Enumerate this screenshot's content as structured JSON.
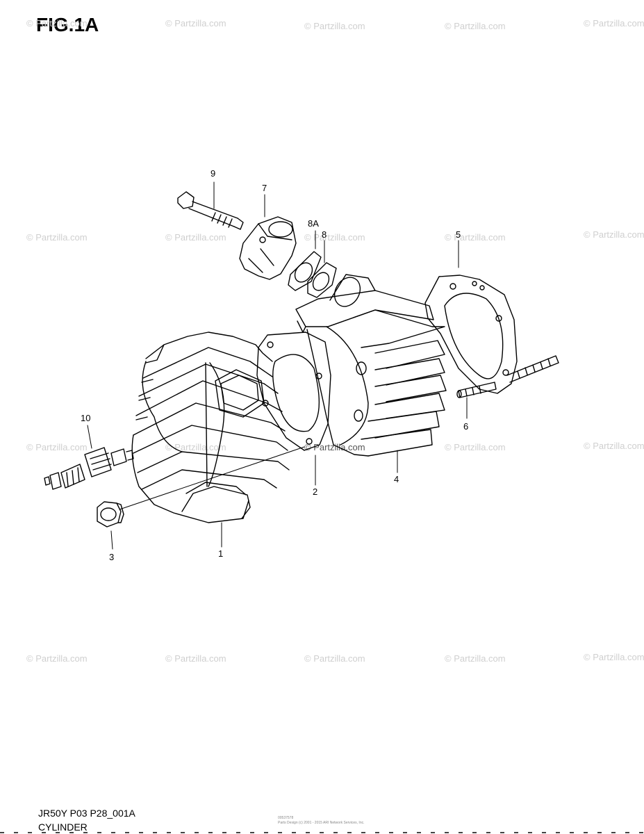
{
  "figure": {
    "title": "FIG.1A",
    "code": "JR50Y P03 P28_001A",
    "name": "CYLINDER",
    "copyright_lines": [
      "00537578",
      "Parts Design (c) 2001 - 2015 ARI Network Services, Inc."
    ]
  },
  "watermark_text": "© Partzilla.com",
  "callouts": [
    "9",
    "7",
    "8A",
    "8",
    "5",
    "10",
    "6",
    "2",
    "4",
    "3",
    "1"
  ]
}
